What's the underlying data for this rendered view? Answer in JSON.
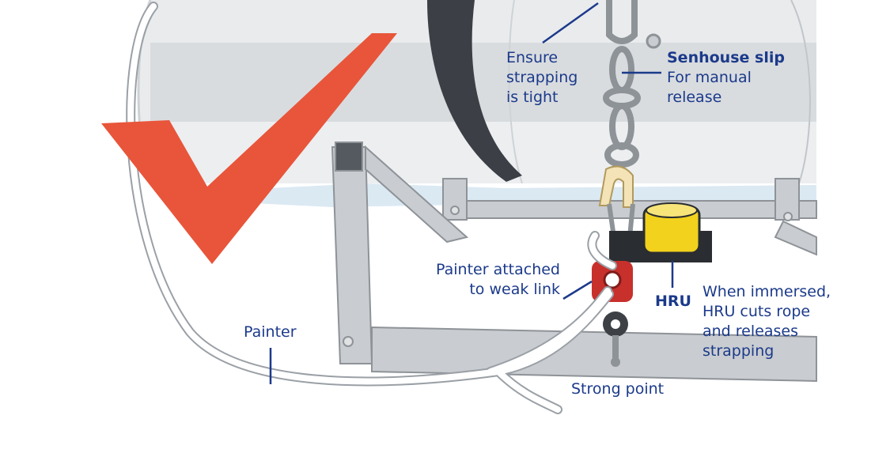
{
  "colors": {
    "label_text": "#1b3a8a",
    "checkmark": "#e8553a",
    "canister": "#e4e6e8",
    "strap": "#3c4046",
    "frame": "#c9ccd0",
    "weak_link": "#c8302c",
    "hru_cap": "#f2d21c"
  },
  "labels": {
    "ensure_strapping": "Ensure\nstrapping\nis tight",
    "senhouse_title": "Senhouse slip",
    "senhouse_desc": "For manual\nrelease",
    "painter_attached": "Painter attached\nto weak link",
    "hru": "HRU",
    "hru_desc": "When immersed,\nHRU cuts rope\nand releases\nstrapping",
    "painter": "Painter",
    "strong_point": "Strong point"
  },
  "icons": {
    "check": "checkmark-icon"
  }
}
